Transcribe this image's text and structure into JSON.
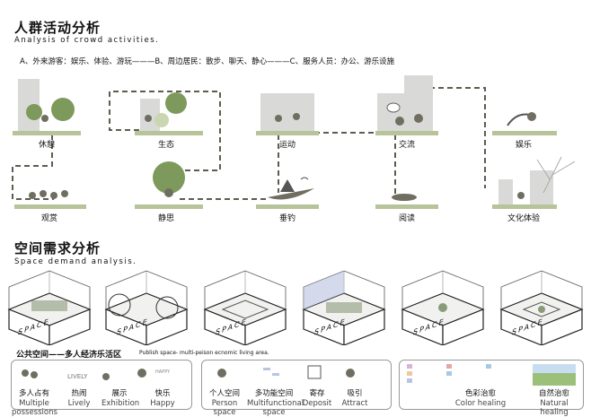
{
  "section1": {
    "title": "人群活动分析",
    "subtitle": "Analysis of crowd activities.",
    "legend": "A、外来游客：娱乐、体验、游玩———B、周边居民：散步、聊天、静心———C、服务人员：办公、游乐设施",
    "activities": [
      "休憩",
      "生态",
      "运动",
      "交流",
      "娱乐",
      "观赏",
      "静思",
      "垂钓",
      "阅读",
      "文化体验"
    ]
  },
  "section2": {
    "title": "空间需求分析",
    "subtitle": "Space demand analysis.",
    "box_label": "SPACE",
    "caption": "公共空间——多人经济乐活区",
    "caption_en": "Publish space- multi-peison ecnomic living area.",
    "panel1": [
      {
        "cn": "多人占有",
        "en": "Multiple possessions"
      },
      {
        "cn": "热闹",
        "en": "Lively"
      },
      {
        "cn": "展示",
        "en": "Exhibition"
      },
      {
        "cn": "快乐",
        "en": "Happy"
      }
    ],
    "panel1_words": [
      "LIVELY",
      "HAPPY"
    ],
    "panel2": [
      {
        "cn": "个人空间",
        "en": "Person space"
      },
      {
        "cn": "多功能空间",
        "en": "Multifunctional space"
      },
      {
        "cn": "寄存",
        "en": "Deposit"
      },
      {
        "cn": "吸引",
        "en": "Attract"
      }
    ],
    "panel3": [
      {
        "cn": "色彩治愈",
        "en": "Color healing"
      },
      {
        "cn": "自然治愈",
        "en": "Natural healing"
      }
    ]
  },
  "colors": {
    "base": "#b7c49a",
    "path": "#5c5c50",
    "figure": "#6f6e60",
    "tree": "#7d9a5c",
    "block": "#d9d9d7"
  }
}
